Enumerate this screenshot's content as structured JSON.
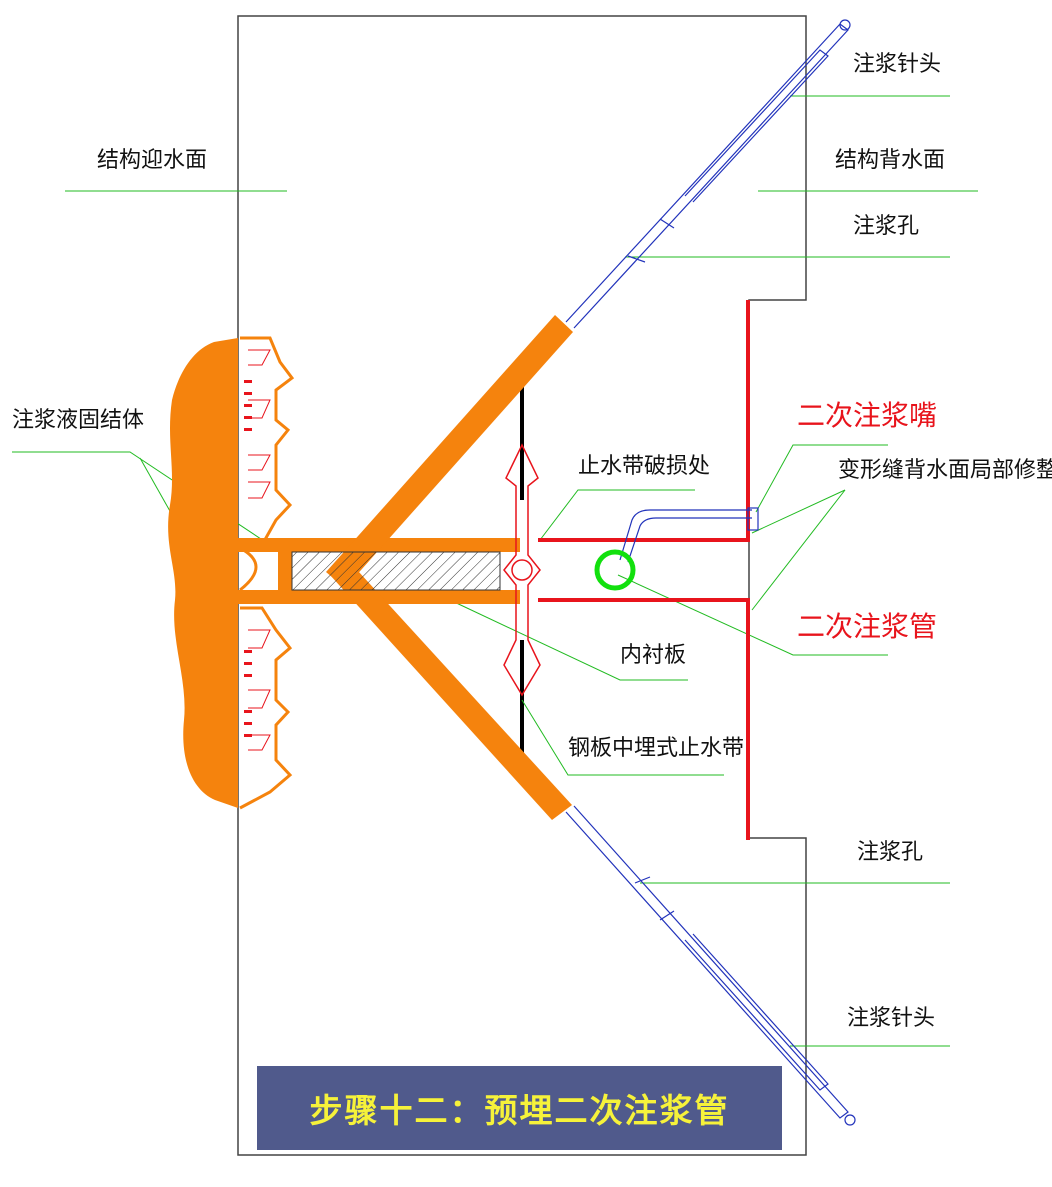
{
  "colors": {
    "structure": "#444444",
    "grout": "#f5830d",
    "secondary": "#e8141c",
    "leader": "#22bb22",
    "needle": "#2233bb",
    "ring": "#12e00e",
    "banner_bg": "#505a8c",
    "banner_text": "#f6f23a"
  },
  "labels": {
    "needle_top": "注浆针头",
    "upstream_face": "结构迎水面",
    "downstream_face": "结构背水面",
    "hole_top": "注浆孔",
    "grout_body": "注浆液固结体",
    "secondary_nozzle": "二次注浆嘴",
    "waterstop_damage": "止水带破损处",
    "joint_repair": "变形缝背水面局部修整",
    "secondary_pipe": "二次注浆管",
    "liner_board": "内衬板",
    "steel_waterstop": "钢板中埋式止水带",
    "hole_bottom": "注浆孔",
    "needle_bottom": "注浆针头"
  },
  "banner": {
    "title": "步骤十二：预埋二次注浆管"
  }
}
